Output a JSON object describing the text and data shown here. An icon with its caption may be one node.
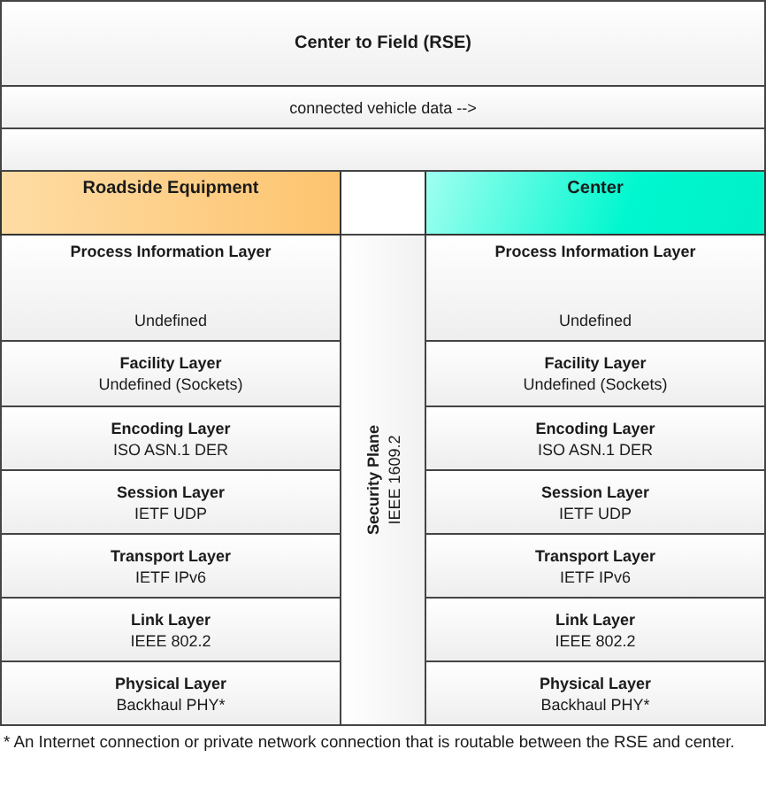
{
  "diagram": {
    "nodes": [
      {
        "text": [
          "Center to Field (RSE)"
        ]
      },
      {
        "text": [
          "connected vehicle data -->"
        ]
      },
      {
        "text": [],
        "shape": "box"
      },
      {
        "text": [
          "Roadside Equipment"
        ]
      },
      {
        "text": [],
        "shape": "box"
      },
      {
        "text": [
          "Center"
        ]
      },
      {
        "text": [
          "Process Information Layer",
          "Undefined"
        ]
      },
      {
        "text": [
          "Facility Layer",
          "Undefined (Sockets)"
        ]
      },
      {
        "text": [
          "Encoding Layer",
          "ISO ASN.1 DER"
        ]
      },
      {
        "text": [
          "Session Layer",
          "IETF UDP"
        ]
      },
      {
        "text": [
          "Transport Layer",
          "IETF IPv6"
        ]
      },
      {
        "text": [
          "Link Layer",
          "IEEE 802.2"
        ]
      },
      {
        "text": [
          "Physical Layer",
          "Backhaul PHY*"
        ]
      },
      {
        "text": [
          "Security Plane",
          "IEEE 1609.2"
        ]
      },
      {
        "text": [
          "Process Information Layer",
          "Undefined"
        ]
      },
      {
        "text": [
          "Facility Layer",
          "Undefined (Sockets)"
        ]
      },
      {
        "text": [
          "Encoding Layer",
          "ISO ASN.1 DER"
        ]
      },
      {
        "text": [
          "Session Layer",
          "IETF UDP"
        ]
      },
      {
        "text": [
          "Transport Layer",
          "IETF IPv6"
        ]
      },
      {
        "text": [
          "Link Layer",
          "IEEE 802.2"
        ]
      },
      {
        "text": [
          "Physical Layer",
          "Backhaul PHY*"
        ]
      }
    ],
    "labels": [
      "* An Internet connection or private network connection that is routable between the RSE and center."
    ]
  }
}
